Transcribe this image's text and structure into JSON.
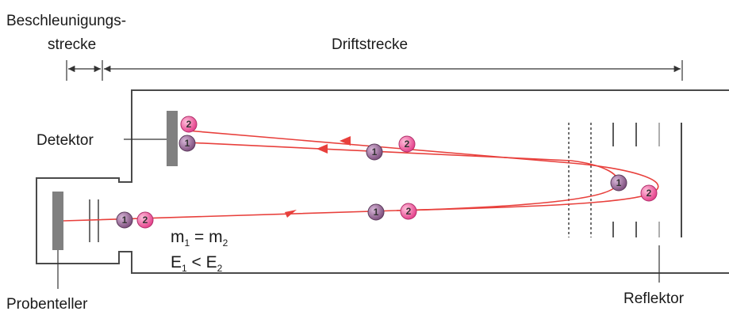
{
  "labels": {
    "acceleration_line1": "Beschleunigungs-",
    "acceleration_line2": "strecke",
    "drift": "Driftstrecke",
    "detector": "Detektor",
    "sample_plate": "Probenteller",
    "reflector": "Reflektor"
  },
  "condition_mass": {
    "m1": "m",
    "sub1": "1",
    "eq": " = m",
    "sub2": "2"
  },
  "condition_energy": {
    "e1": "E",
    "sub1": "1",
    "lt": " < E",
    "sub2": "2"
  },
  "particles": {
    "ion1": "1",
    "ion2": "2"
  },
  "colors": {
    "ion1_fill": "#8e5d8e",
    "ion2_fill": "#f25a9e",
    "ray": "#e8403c",
    "plate": "#808080"
  }
}
